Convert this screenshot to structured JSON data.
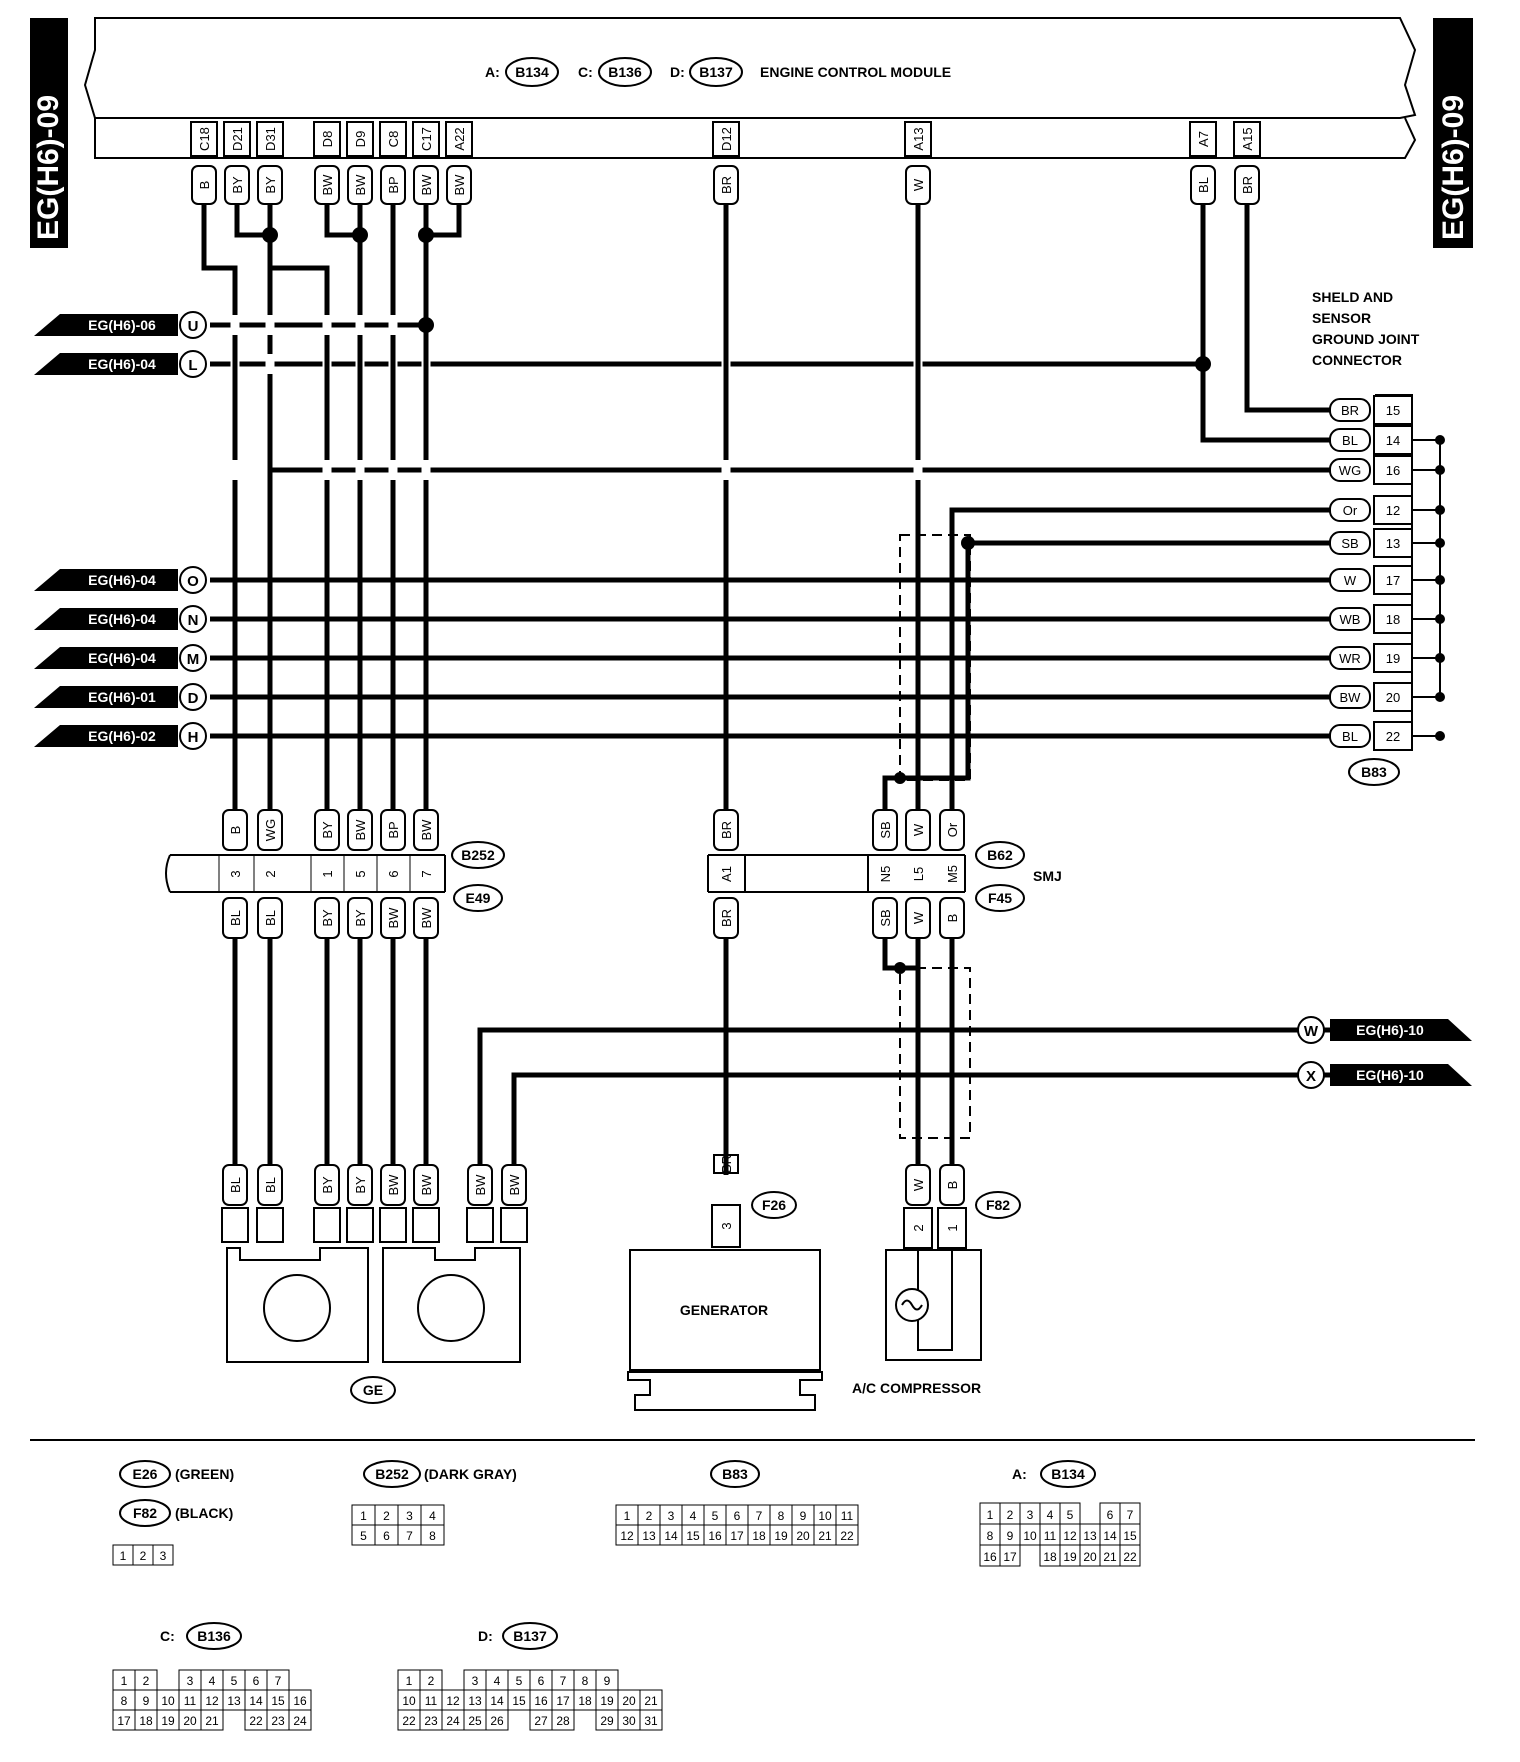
{
  "side_label": "EG(H6)-09",
  "ecm": {
    "title": "ENGINE CONTROL MODULE",
    "connectors": [
      {
        "prefix": "A:",
        "id": "B134"
      },
      {
        "prefix": "C:",
        "id": "B136"
      },
      {
        "prefix": "D:",
        "id": "B137"
      }
    ]
  },
  "ecm_pins": [
    {
      "pin": "C18",
      "wire": "B"
    },
    {
      "pin": "D21",
      "wire": "BY"
    },
    {
      "pin": "D31",
      "wire": "BY"
    },
    {
      "pin": "D8",
      "wire": "BW"
    },
    {
      "pin": "D9",
      "wire": "BW"
    },
    {
      "pin": "C8",
      "wire": "BP"
    },
    {
      "pin": "C17",
      "wire": "BW"
    },
    {
      "pin": "A22",
      "wire": "BW"
    },
    {
      "pin": "D12",
      "wire": "BR"
    },
    {
      "pin": "A13",
      "wire": "W"
    },
    {
      "pin": "A7",
      "wire": "BL"
    },
    {
      "pin": "A15",
      "wire": "BR"
    }
  ],
  "left_refs": [
    {
      "ref": "EG(H6)-06",
      "letter": "U"
    },
    {
      "ref": "EG(H6)-04",
      "letter": "L"
    },
    {
      "ref": "EG(H6)-04",
      "letter": "O"
    },
    {
      "ref": "EG(H6)-04",
      "letter": "N"
    },
    {
      "ref": "EG(H6)-04",
      "letter": "M"
    },
    {
      "ref": "EG(H6)-01",
      "letter": "D"
    },
    {
      "ref": "EG(H6)-02",
      "letter": "H"
    }
  ],
  "right_refs": [
    {
      "ref": "EG(H6)-10",
      "letter": "W"
    },
    {
      "ref": "EG(H6)-10",
      "letter": "X"
    }
  ],
  "joint_connector": {
    "title_lines": [
      "SHELD AND",
      "SENSOR",
      "GROUND JOINT",
      "CONNECTOR"
    ],
    "id": "B83",
    "pins": [
      {
        "wire": "BR",
        "pin": "15"
      },
      {
        "wire": "BL",
        "pin": "14"
      },
      {
        "wire": "WG",
        "pin": "16"
      },
      {
        "wire": "Or",
        "pin": "12"
      },
      {
        "wire": "SB",
        "pin": "13"
      },
      {
        "wire": "W",
        "pin": "17"
      },
      {
        "wire": "WB",
        "pin": "18"
      },
      {
        "wire": "WR",
        "pin": "19"
      },
      {
        "wire": "BW",
        "pin": "20"
      },
      {
        "wire": "BL",
        "pin": "22"
      }
    ]
  },
  "conn_b252": {
    "top_id": "B252",
    "bottom_id": "E49",
    "top_wires": [
      "B",
      "WG",
      "BY",
      "BW",
      "BP",
      "BW"
    ],
    "pins": [
      "3",
      "2",
      "1",
      "5",
      "6",
      "7"
    ],
    "bottom_wires": [
      "BL",
      "BL",
      "BY",
      "BY",
      "BW",
      "BW"
    ]
  },
  "conn_b62": {
    "top_id": "B62",
    "bottom_id": "F45",
    "label": "SMJ",
    "gen_top_wire": "BR",
    "gen_pin": "A1",
    "gen_bottom_wire": "BR",
    "top_wires": [
      "SB",
      "W",
      "Or"
    ],
    "pins": [
      "N5",
      "L5",
      "M5"
    ],
    "bottom_wires": [
      "SB",
      "W",
      "B"
    ]
  },
  "sensors": {
    "wires": [
      "BL",
      "BL",
      "BY",
      "BY",
      "BW",
      "BW",
      "BW",
      "BW"
    ],
    "label": "GE"
  },
  "generator": {
    "label": "GENERATOR",
    "connector": "F26",
    "wire": "BR",
    "pin": "3"
  },
  "compressor": {
    "label": "A/C COMPRESSOR",
    "connector": "F82",
    "wires": [
      "W",
      "B"
    ],
    "pins": [
      "2",
      "1"
    ]
  },
  "legend": {
    "e26": {
      "id": "E26",
      "note": "(GREEN)"
    },
    "f82": {
      "id": "F82",
      "note": "(BLACK)"
    },
    "b252": {
      "id": "B252",
      "note": "(DARK GRAY)"
    },
    "b83": {
      "id": "B83"
    },
    "b134": {
      "prefix": "A:",
      "id": "B134"
    },
    "b136": {
      "prefix": "C:",
      "id": "B136"
    },
    "b137": {
      "prefix": "D:",
      "id": "B137"
    },
    "grid_small": [
      [
        "1",
        "2",
        "3"
      ]
    ],
    "grid_b252": [
      [
        "1",
        "2",
        "3",
        "4"
      ],
      [
        "5",
        "6",
        "7",
        "8"
      ]
    ],
    "grid_b83": [
      [
        "1",
        "2",
        "3",
        "4",
        "5",
        "6",
        "7",
        "8",
        "9",
        "10",
        "11"
      ],
      [
        "12",
        "13",
        "14",
        "15",
        "16",
        "17",
        "18",
        "19",
        "20",
        "21",
        "22"
      ]
    ],
    "grid_b134": [
      [
        "1",
        "2",
        "3",
        "4",
        "5",
        "",
        "6",
        "7"
      ],
      [
        "8",
        "9",
        "10",
        "11",
        "12",
        "13",
        "14",
        "15"
      ],
      [
        "16",
        "17",
        "",
        "18",
        "19",
        "20",
        "21",
        "22"
      ]
    ],
    "grid_b136": [
      [
        "1",
        "2",
        "",
        "3",
        "4",
        "5",
        "6",
        "7"
      ],
      [
        "8",
        "9",
        "10",
        "11",
        "12",
        "13",
        "14",
        "15",
        "16"
      ],
      [
        "17",
        "18",
        "19",
        "20",
        "21",
        "",
        "22",
        "23",
        "24"
      ]
    ],
    "grid_b137": [
      [
        "1",
        "2",
        "",
        "3",
        "4",
        "5",
        "6",
        "7",
        "8",
        "9"
      ],
      [
        "10",
        "11",
        "12",
        "13",
        "14",
        "15",
        "16",
        "17",
        "18",
        "19",
        "20",
        "21"
      ],
      [
        "22",
        "23",
        "24",
        "25",
        "26",
        "",
        "27",
        "28",
        "",
        "29",
        "30",
        "31"
      ]
    ]
  }
}
